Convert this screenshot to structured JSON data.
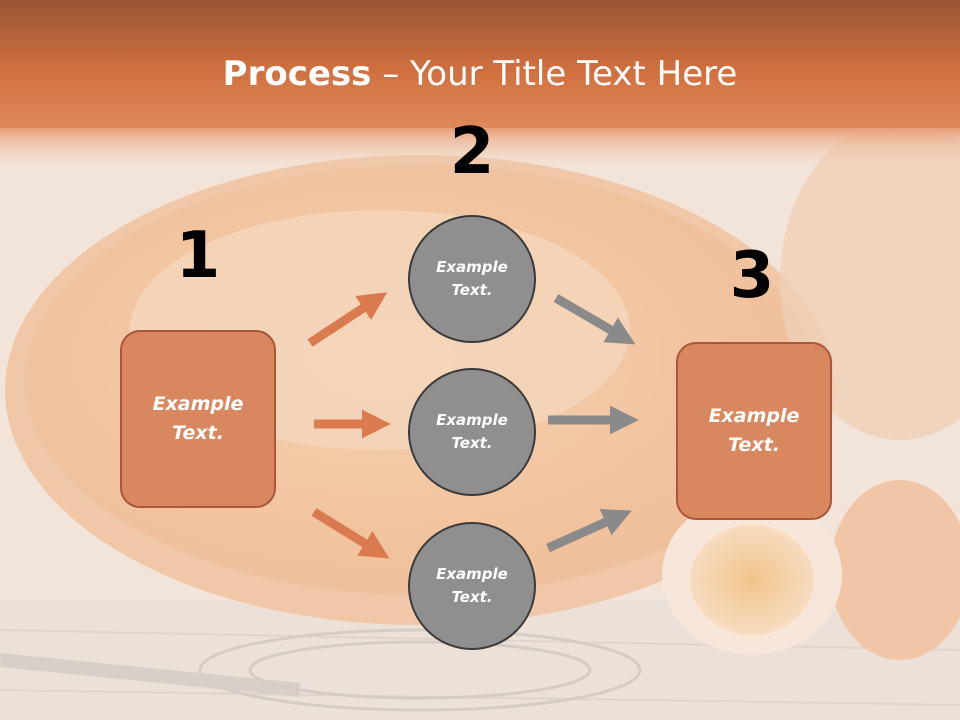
{
  "title": {
    "bold": "Process",
    "dash": " – ",
    "rest": "Your Title Text Here"
  },
  "steps": {
    "one": "1",
    "two": "2",
    "three": "3"
  },
  "left_box": {
    "label_l1": "Example",
    "label_l2": "Text."
  },
  "right_box": {
    "label_l1": "Example",
    "label_l2": "Text."
  },
  "circles": [
    {
      "l1": "Example",
      "l2": "Text."
    },
    {
      "l1": "Example",
      "l2": "Text."
    },
    {
      "l1": "Example",
      "l2": "Text."
    }
  ],
  "colors": {
    "accent": "#d9875e",
    "header": "#c8683e",
    "arrow_orange": "#d97a4f",
    "arrow_gray": "#8a8a8a",
    "circle": "#8f8f8f"
  },
  "icons": {
    "arrow": "arrow-right-icon"
  }
}
